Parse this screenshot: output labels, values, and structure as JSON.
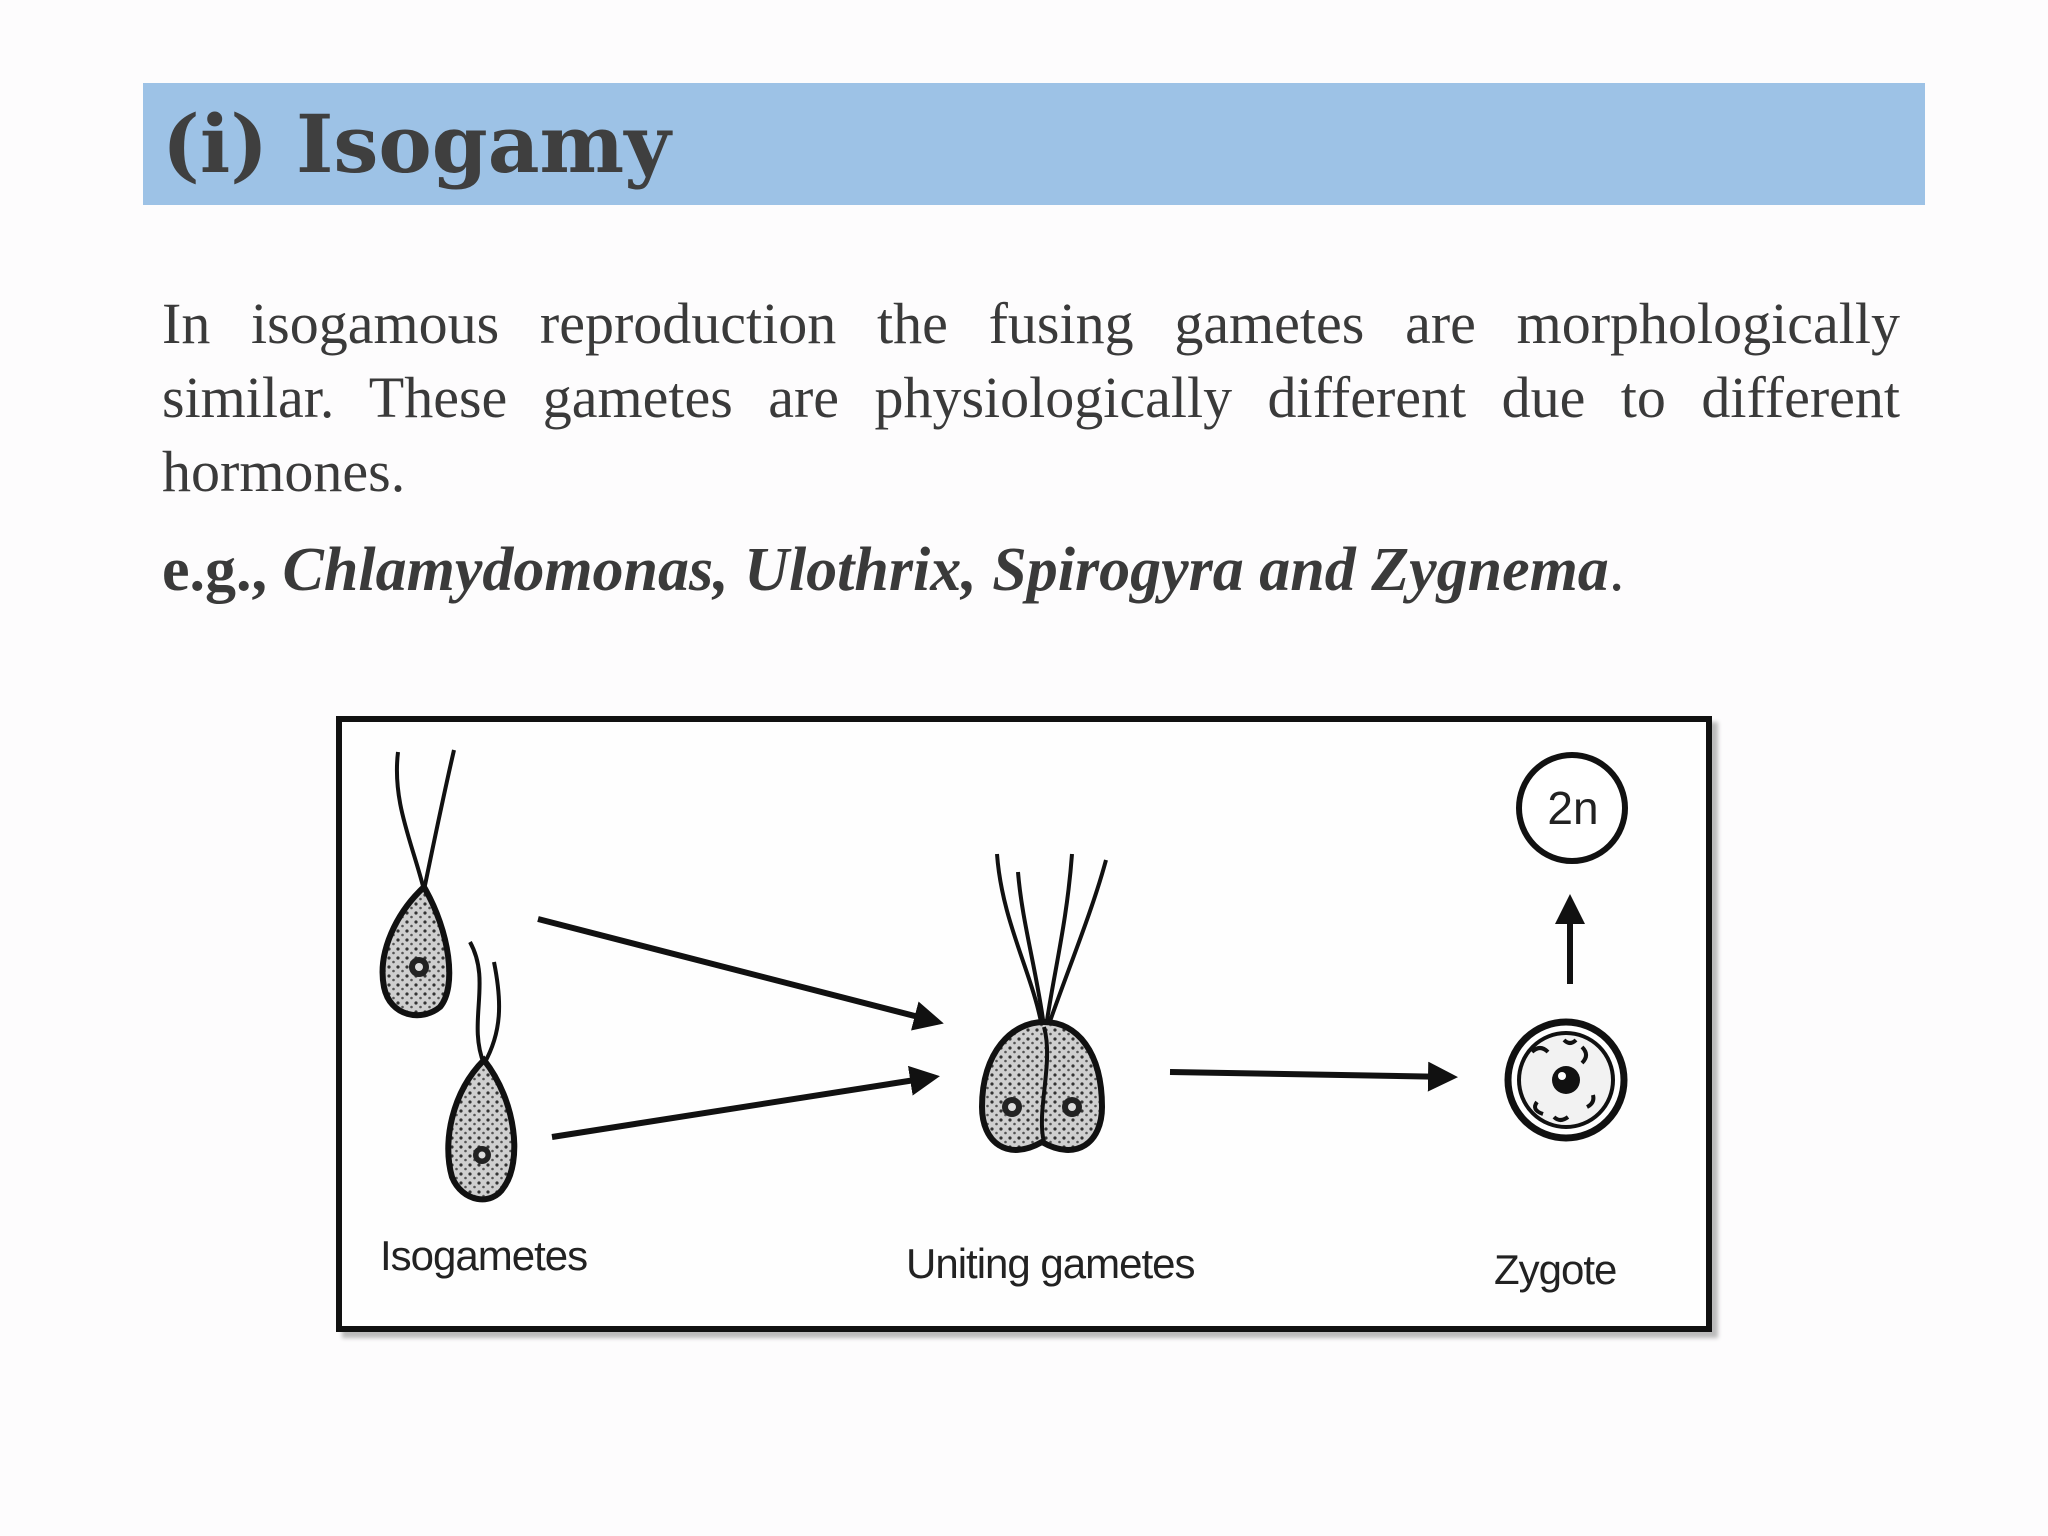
{
  "slide": {
    "title": "(i) Isogamy",
    "paragraph": "In isogamous reproduction the fusing gametes are morphologically similar. These gametes are physiologically different due to different hormones.",
    "example": {
      "label": "e.g., ",
      "species": "Chlamydomonas, Ulothrix, Spirogyra and Zygnema",
      "suffix": "."
    }
  },
  "diagram": {
    "labels": {
      "isogametes": "Isogametes",
      "uniting": "Uniting gametes",
      "zygote": "Zygote",
      "ploidy": "2n"
    }
  }
}
